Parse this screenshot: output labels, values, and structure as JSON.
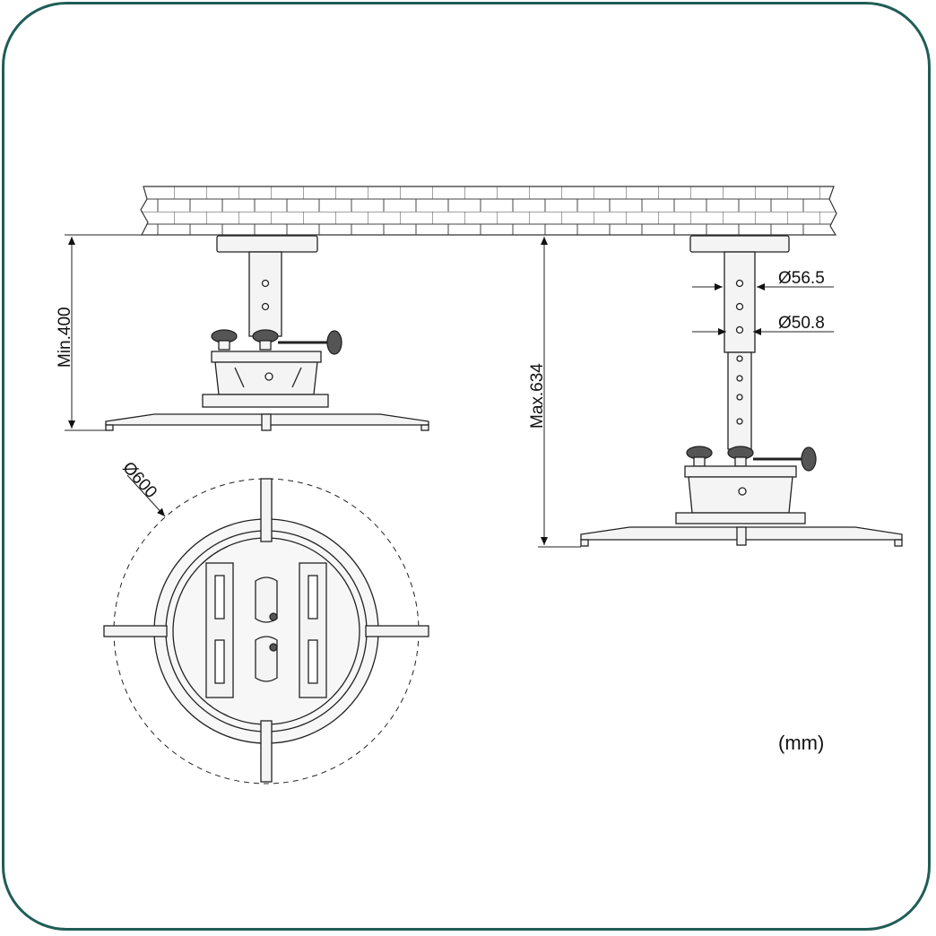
{
  "dimensions": {
    "min_height": "Min.400",
    "max_height": "Max.634",
    "outer_tube": "Ø56.5",
    "inner_tube": "Ø50.8",
    "plate_diameter": "Ø600"
  },
  "unit": "(mm)",
  "colors": {
    "frame": "#1f5e57",
    "line": "#222222",
    "fill": "#f2f2f2"
  }
}
